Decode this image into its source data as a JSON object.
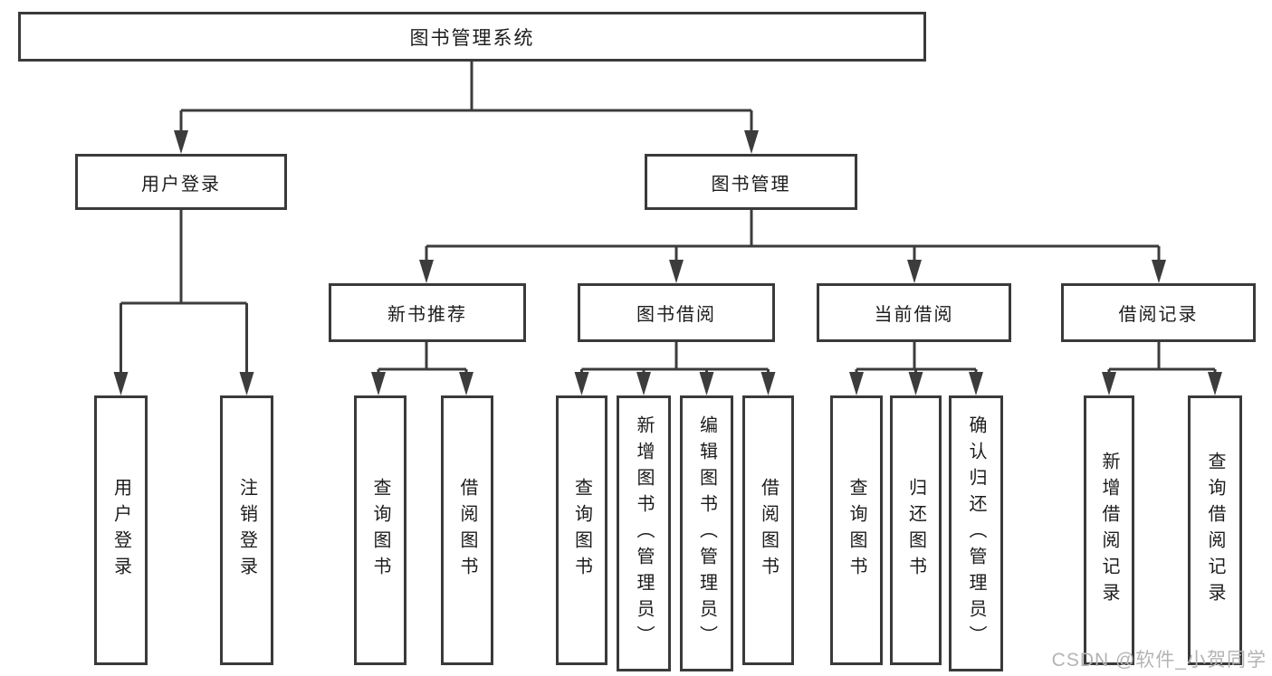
{
  "watermark": "CSDN @软件_小贺同学",
  "colors": {
    "background": "#ffffff",
    "box_border": "#3a3a3a",
    "connector_line": "#3c3c3c",
    "text": "#1c1c1c",
    "watermark_text": "#b4b4b4"
  },
  "tree": {
    "root": {
      "label": "图书管理系统"
    },
    "branches": [
      {
        "label": "用户登录",
        "children": [
          {
            "label": "用户登录"
          },
          {
            "label": "注销登录"
          }
        ]
      },
      {
        "label": "图书管理",
        "children": [
          {
            "label": "新书推荐",
            "children": [
              {
                "label": "查询图书"
              },
              {
                "label": "借阅图书"
              }
            ]
          },
          {
            "label": "图书借阅",
            "children": [
              {
                "label": "查询图书"
              },
              {
                "label": "新增图书（管理员）"
              },
              {
                "label": "编辑图书（管理员）"
              },
              {
                "label": "借阅图书"
              }
            ]
          },
          {
            "label": "当前借阅",
            "children": [
              {
                "label": "查询图书"
              },
              {
                "label": "归还图书"
              },
              {
                "label": "确认归还（管理员）"
              }
            ]
          },
          {
            "label": "借阅记录",
            "children": [
              {
                "label": "新增借阅记录"
              },
              {
                "label": "查询借阅记录"
              }
            ]
          }
        ]
      }
    ]
  }
}
